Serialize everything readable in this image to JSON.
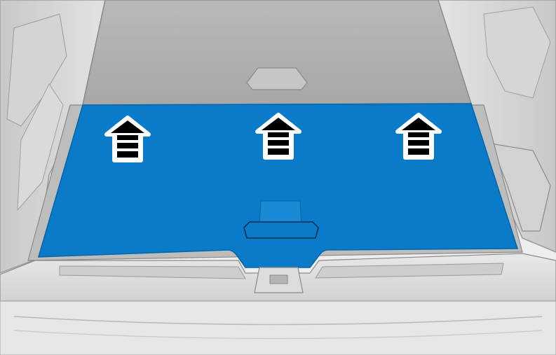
{
  "illustration": {
    "subject_icon": "cargo-floor-hatch-illustration",
    "highlight_color": "#0a7bc8",
    "highlight_edge_color": "#0565a8",
    "arrow_icon": "up-arrow-icon",
    "arrow_count": 3,
    "arrow_direction": "up",
    "colors": {
      "background_light": "#eeeeee",
      "trim_mid": "#cfcfcf",
      "trim_dark": "#9a9a9a",
      "line": "#8a8a8a",
      "arrow_fill": "#000000",
      "arrow_outline": "#ffffff"
    }
  }
}
